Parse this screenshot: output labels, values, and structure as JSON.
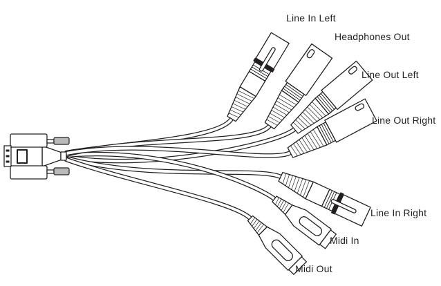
{
  "diagram": {
    "colors": {
      "background": "#ffffff",
      "line": "#231f20",
      "screw_fill": "#b9b9b9"
    },
    "labels": {
      "line_in_left": "Line In Left",
      "headphones_out": "Headphones Out",
      "line_out_left": "Line Out Left",
      "line_out_right": "Line Out Right",
      "line_in_right": "Line In Right",
      "midi_in": "Midi In",
      "midi_out": "Midi Out"
    },
    "connectors": [
      {
        "id": "line_in_left",
        "label": "Line In Left",
        "plug": "xlr-female"
      },
      {
        "id": "headphones_out",
        "label": "Headphones Out",
        "plug": "xlr-male"
      },
      {
        "id": "line_out_left",
        "label": "Line Out Left",
        "plug": "xlr-male"
      },
      {
        "id": "line_out_right",
        "label": "Line Out Right",
        "plug": "xlr-male"
      },
      {
        "id": "line_in_right",
        "label": "Line In Right",
        "plug": "xlr-female"
      },
      {
        "id": "midi_in",
        "label": "Midi In",
        "plug": "midi-din"
      },
      {
        "id": "midi_out",
        "label": "Midi Out",
        "plug": "midi-din"
      }
    ]
  }
}
